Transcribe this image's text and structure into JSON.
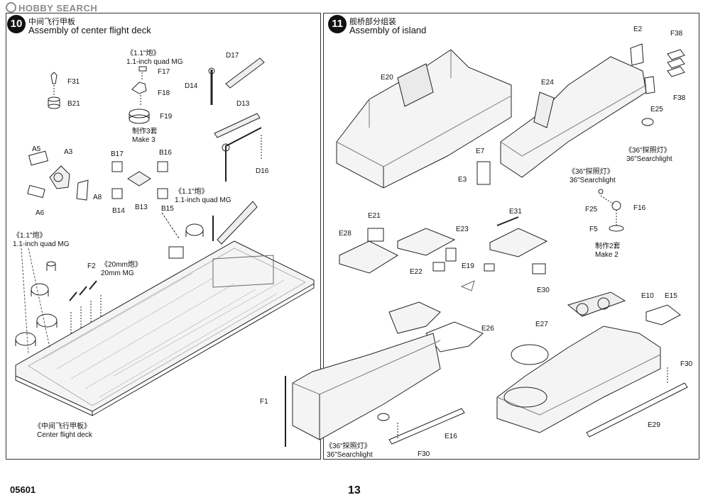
{
  "watermark": "HOBBY SEARCH",
  "step10": {
    "number": "10",
    "title_cn": "中间飞行甲板",
    "title_en": "Assembly of center flight deck",
    "labels": {
      "F31": "F31",
      "B21": "B21",
      "F17": "F17",
      "F18": "F18",
      "F19": "F19",
      "D17": "D17",
      "D14": "D14",
      "D13": "D13",
      "D16": "D16",
      "A5": "A5",
      "A3": "A3",
      "A8": "A8",
      "A6": "A6",
      "B17": "B17",
      "B16": "B16",
      "B14": "B14",
      "B13": "B13",
      "B15": "B15",
      "F2": "F2"
    },
    "notes": {
      "quad_mg_top_cn": "《1.1\"炮》",
      "quad_mg_top_en": "1.1-inch quad MG",
      "make3_cn": "制作3套",
      "make3_en": "Make 3",
      "quad_mg_mid_cn": "《1.1\"炮》",
      "quad_mg_mid_en": "1.1-inch quad MG",
      "quad_mg_left_cn": "《1.1\"炮》",
      "quad_mg_left_en": "1.1-inch quad MG",
      "mg20_cn": "《20mm炮》",
      "mg20_en": "20mm MG",
      "deck_cn": "《中间飞行甲板》",
      "deck_en": "Center flight deck"
    }
  },
  "step11": {
    "number": "11",
    "title_cn": "舰桥部分组装",
    "title_en": "Assembly of island",
    "labels": {
      "E2": "E2",
      "F38a": "F38",
      "F38b": "F38",
      "E20": "E20",
      "E24": "E24",
      "E25": "E25",
      "E7": "E7",
      "E3": "E3",
      "F25": "F25",
      "F16": "F16",
      "F5": "F5",
      "E21": "E21",
      "E28": "E28",
      "E23": "E23",
      "E22": "E22",
      "E31": "E31",
      "E19": "E19",
      "E30": "E30",
      "E26": "E26",
      "E10": "E10",
      "E15": "E15",
      "E27": "E27",
      "F30a": "F30",
      "F1": "F1",
      "E16": "E16",
      "F30b": "F30",
      "E29": "E29"
    },
    "notes": {
      "searchlight_top_cn": "《36\"探照灯》",
      "searchlight_top_en": "36\"Searchlight",
      "searchlight_mid_cn": "《36\"探照灯》",
      "searchlight_mid_en": "36\"Searchlight",
      "make2_cn": "制作2套",
      "make2_en": "Make 2",
      "searchlight_bot_cn": "《36\"探照灯》",
      "searchlight_bot_en": "36\"Searchlight"
    }
  },
  "footer": {
    "catalog": "05601",
    "page": "13"
  }
}
